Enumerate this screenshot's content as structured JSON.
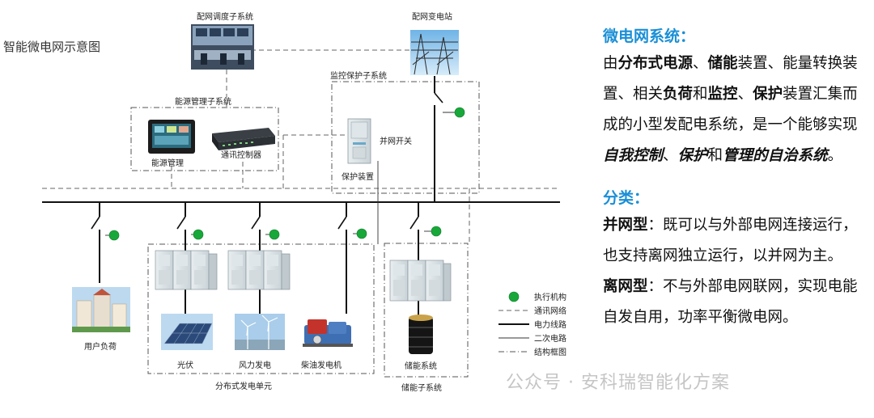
{
  "diagram": {
    "title": "智能微电网示意图",
    "dispatch_label": "配网调度子系统",
    "substation_label": "配网变电站",
    "energy_mgmt_subsystem_label": "能源管理子系统",
    "energy_mgmt_label": "能源管理",
    "comm_controller_label": "通讯控制器",
    "protection_subsystem_label": "监控保护子系统",
    "grid_switch_label": "并网开关",
    "protection_device_label": "保护装置",
    "user_load_label": "用户负荷",
    "pv_label": "光伏",
    "wind_label": "风力发电",
    "diesel_label": "柴油发电机",
    "distributed_unit_label": "分布式发电单元",
    "storage_system_label": "储能系统",
    "storage_subsystem_label": "储能子系统",
    "legend": [
      {
        "label": "执行机构",
        "style": "dot"
      },
      {
        "label": "通讯网络",
        "style": "dash"
      },
      {
        "label": "电力线路",
        "style": "solid"
      },
      {
        "label": "二次电路",
        "style": "thin"
      },
      {
        "label": "结构框图",
        "style": "dashdot"
      }
    ],
    "colors": {
      "actuator": "#18a83a",
      "line": "#111111"
    }
  },
  "panel": {
    "microgrid_heading": "微电网系统：",
    "desc_runs": [
      {
        "t": "由",
        "s": "n"
      },
      {
        "t": "分布式电源",
        "s": "b"
      },
      {
        "t": "、",
        "s": "n"
      },
      {
        "t": "储能",
        "s": "b"
      },
      {
        "t": "装置、能量转换装置、相关",
        "s": "n"
      },
      {
        "t": "负荷",
        "s": "b"
      },
      {
        "t": "和",
        "s": "n"
      },
      {
        "t": "监控",
        "s": "b"
      },
      {
        "t": "、",
        "s": "n"
      },
      {
        "t": "保护",
        "s": "b"
      },
      {
        "t": "装置汇集而成的小型发配电系统，是一个能够实现",
        "s": "n"
      },
      {
        "t": "自我控制",
        "s": "bi"
      },
      {
        "t": "、",
        "s": "n"
      },
      {
        "t": "保护",
        "s": "bi"
      },
      {
        "t": "和",
        "s": "n"
      },
      {
        "t": "管理的自治系统",
        "s": "bi"
      },
      {
        "t": "。",
        "s": "n"
      }
    ],
    "class_heading": "分类：",
    "grid_type_title": "并网型",
    "grid_type_desc": "：既可以与外部电网连接运行，也支持离网独立运行，以并网为主。",
    "island_type_title": "离网型",
    "island_type_desc": "：不与外部电网联网，实现电能自发自用，功率平衡微电网。"
  },
  "watermark": "公众号 · 安科瑞智能化方案"
}
